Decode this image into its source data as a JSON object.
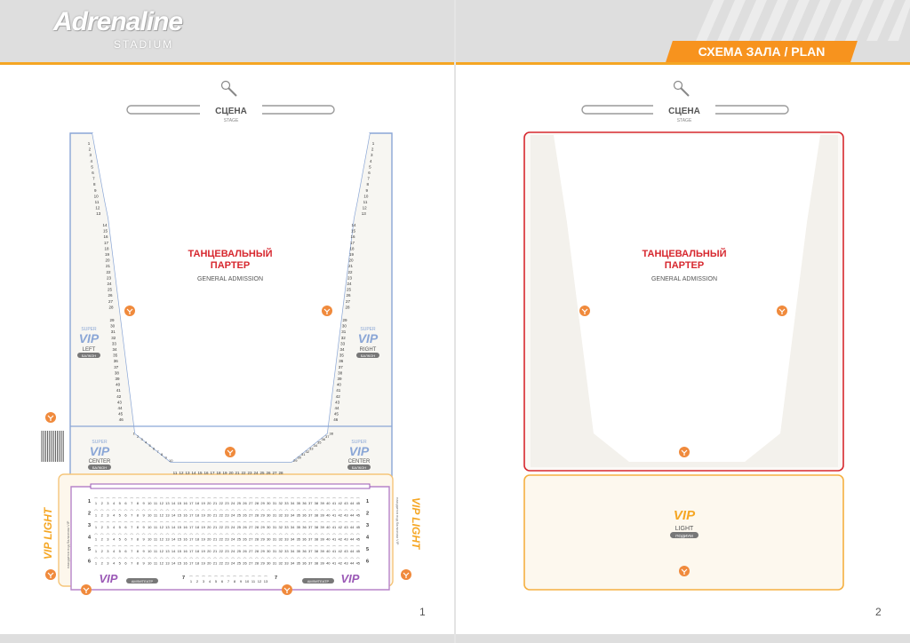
{
  "logo": {
    "brand": "Adrenaline",
    "sub": "STADIUM"
  },
  "plan_tag": "СХЕМА ЗАЛА / PLAN",
  "stage": {
    "title": "СЦЕНА",
    "sub": "STAGE"
  },
  "dance_floor": {
    "title1": "ТАНЦЕВАЛЬНЫЙ",
    "title2": "ПАРТЕР",
    "sub": "GENERAL ADMISSION"
  },
  "vip_left": {
    "super": "SUPER",
    "vip": "VIP",
    "side": "LEFT",
    "badge": "БАЛКОН"
  },
  "vip_right": {
    "super": "SUPER",
    "vip": "VIP",
    "side": "RIGHT",
    "badge": "БАЛКОН"
  },
  "vip_center_left": {
    "super": "SUPER",
    "vip": "VIP",
    "side": "CENTER",
    "badge": "БАЛКОН"
  },
  "vip_center_right": {
    "super": "SUPER",
    "vip": "VIP",
    "side": "CENTER",
    "badge": "БАЛКОН"
  },
  "vip_light_side": {
    "title": "VIP LIGHT",
    "badge": "ПОДИУМ",
    "note": "находится под балконом VIP"
  },
  "vip_amphi": {
    "vip": "VIP",
    "badge": "АМФИТЕАТР"
  },
  "vip_light_right": {
    "vip": "VIP",
    "light": "LIGHT",
    "badge": "ПОДИУМ"
  },
  "row_numbers": [
    "1",
    "2",
    "3",
    "4",
    "5",
    "6"
  ],
  "amphi_row": "7",
  "page_numbers": {
    "left": "1",
    "right": "2"
  },
  "colors": {
    "accent": "#f7931e",
    "red": "#d7282f",
    "blue": "#7f9ed1",
    "purple": "#9b59b6",
    "header": "#dedede"
  },
  "icons": {
    "mic": "microphone-icon",
    "exit": "exit-icon"
  }
}
